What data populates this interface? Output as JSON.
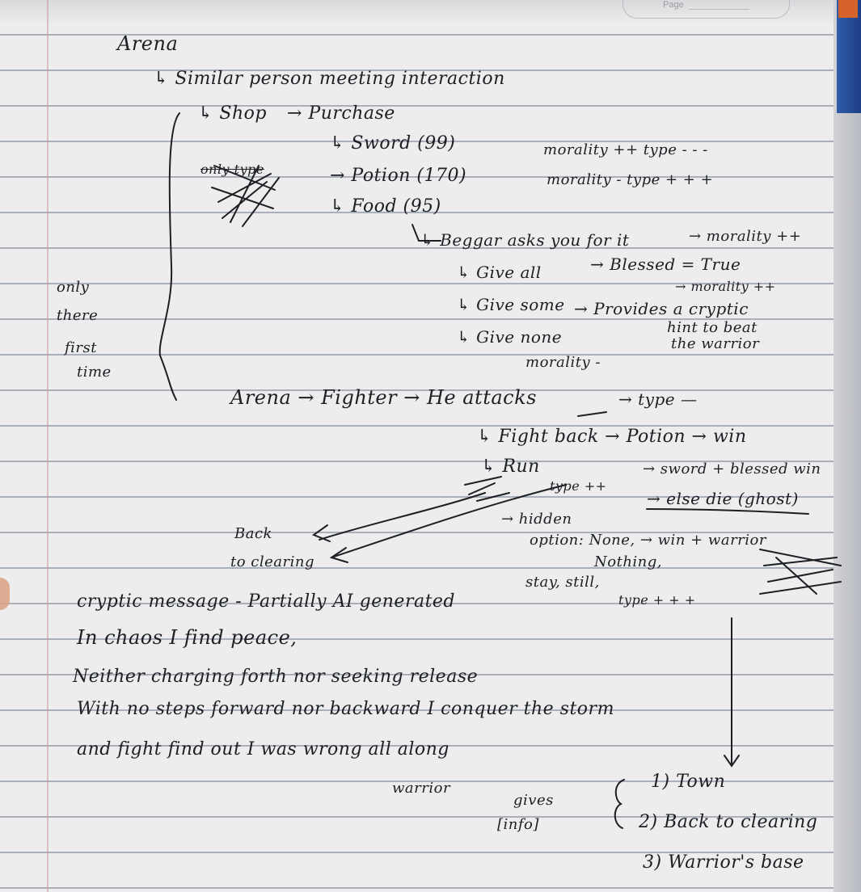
{
  "page_header": {
    "label": "Page"
  },
  "lines": {
    "title": "Arena",
    "l1": "↳ Similar person meeting interaction",
    "l2_shop": "↳ Shop",
    "l2_purchase": "→ Purchase",
    "sword": "↳ Sword (99)",
    "potion": "→ Potion (170)",
    "food": "↳ Food (95)",
    "sword_note": "morality ++ type - - -",
    "potion_note": "morality - type + + +",
    "scribble_left": "only type",
    "beggar": "↳ Beggar asks you for it",
    "beggar_note": "→ morality ++",
    "give_all": "↳ Give all",
    "blessed": "→ Blessed = True",
    "morality_pp": "→ morality ++",
    "give_some": "↳ Give some",
    "provides": "→ Provides a cryptic",
    "hint": "hint to beat",
    "the_warrior": "the warrior",
    "give_none": "↳ Give none",
    "morality_minus": "morality -",
    "side_note": [
      "only",
      "there",
      "first",
      "time"
    ],
    "arena_fighter": "Arena → Fighter → He attacks",
    "type_minus": "→ type —",
    "fight_back": "↳ Fight back → Potion → win",
    "run": "↳ Run",
    "type_pp": "type ++",
    "sword_blessed": "→ sword + blessed win",
    "else_die": "→ else die (ghost)",
    "hidden": "→ hidden",
    "option": "option: None, → win + warrior",
    "nothing": "Nothing,",
    "stay": "stay, still,",
    "type_ppp": "type + + +",
    "back_to_clearing_1": "Back",
    "back_to_clearing_2": "to clearing",
    "cryptic_header": "cryptic message - Partially AI generated",
    "poem_1": "In chaos I find peace,",
    "poem_2": "Neither charging forth nor seeking release",
    "poem_3": "With no steps forward nor backward I conquer the storm",
    "poem_4": "and fight find out I was wrong all along",
    "warrior": "warrior",
    "gives": "gives",
    "info": "[info]",
    "opt_1": "1) Town",
    "opt_2": "2) Back to clearing",
    "opt_3": "3) Warrior's base"
  },
  "colors": {
    "ink": "#1e1f24",
    "paper": "#ededee",
    "rule": "#a9b0ba",
    "margin": "#c69a9a"
  }
}
